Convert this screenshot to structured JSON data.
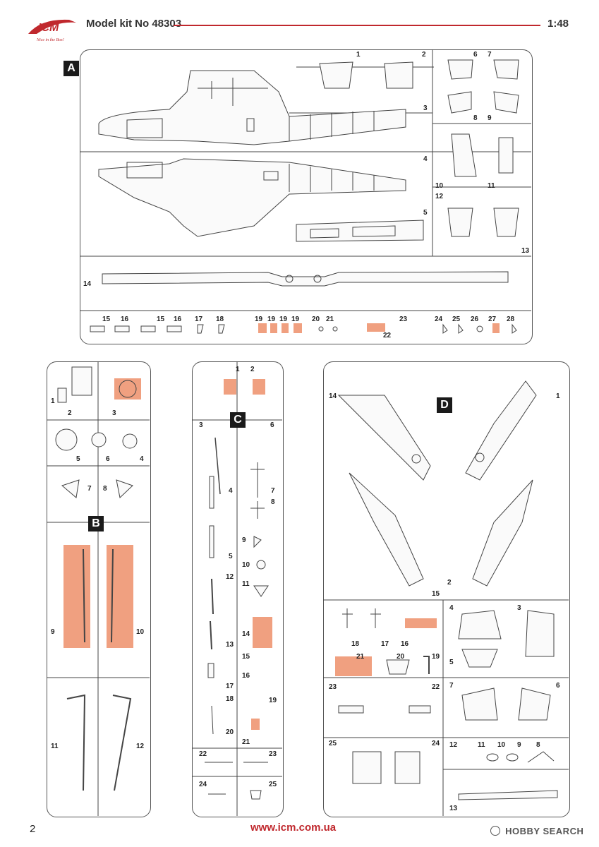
{
  "header": {
    "brand": "ICM",
    "tagline": "Nice in the Box!",
    "model_kit": "Model kit No 48303",
    "scale": "1:48"
  },
  "sprue_a": {
    "letter": "A",
    "numbers": [
      "1",
      "2",
      "3",
      "4",
      "5",
      "6",
      "7",
      "8",
      "9",
      "10",
      "11",
      "12",
      "13",
      "14",
      "15",
      "16",
      "15",
      "16",
      "17",
      "18",
      "19",
      "19",
      "19",
      "19",
      "20",
      "21",
      "22",
      "23",
      "24",
      "25",
      "26",
      "27",
      "28"
    ]
  },
  "sprue_b": {
    "letter": "B",
    "numbers": [
      "1",
      "2",
      "3",
      "4",
      "5",
      "6",
      "7",
      "8",
      "9",
      "10",
      "11",
      "12"
    ]
  },
  "sprue_c": {
    "letter": "C",
    "numbers": [
      "1",
      "2",
      "3",
      "4",
      "5",
      "6",
      "7",
      "8",
      "9",
      "10",
      "11",
      "12",
      "13",
      "14",
      "15",
      "16",
      "17",
      "18",
      "19",
      "20",
      "21",
      "22",
      "23",
      "24",
      "25"
    ]
  },
  "sprue_d": {
    "letter": "D",
    "numbers": [
      "1",
      "2",
      "3",
      "4",
      "5",
      "6",
      "7",
      "8",
      "9",
      "10",
      "11",
      "12",
      "13",
      "14",
      "15",
      "16",
      "17",
      "18",
      "19",
      "20",
      "21",
      "22",
      "23",
      "24",
      "25"
    ]
  },
  "colors": {
    "accent": "#c0282d",
    "highlight": "#f0a080"
  },
  "footer": {
    "page_number": "2",
    "url": "www.icm.com.ua",
    "watermark": "HOBBY SEARCH"
  }
}
